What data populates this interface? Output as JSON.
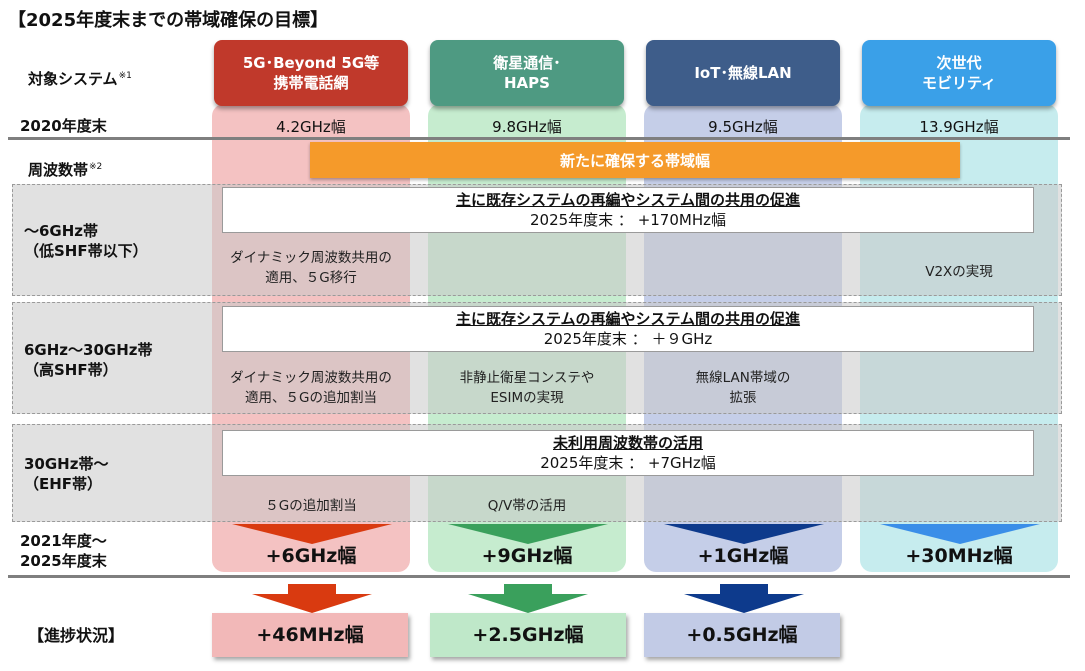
{
  "title": "【2025年度末までの帯域確保の目標】",
  "row_labels": {
    "target_system": "対象システム",
    "target_note": "※1",
    "y2020": "2020年度末",
    "frequency": "周波数帯",
    "frequency_note": "※2",
    "band1_line1": "～6GHz帯",
    "band1_line2": "（低SHF帯以下）",
    "band2_line1": "6GHz～30GHz帯",
    "band2_line2": "（高SHF帯）",
    "band3_line1": "30GHz帯～",
    "band3_line2": "（EHF帯）",
    "period_line1": "2021年度～",
    "period_line2": "2025年度末",
    "progress": "【進捗状況】"
  },
  "columns": [
    {
      "header": "5G･Beyond 5G等\n携帯電話網",
      "y2020": "4.2GHz幅",
      "target": "+6GHz幅",
      "progress": "+46MHz幅",
      "header_color": "#c0392b",
      "bg_color": "#f4c2c2",
      "arrow_color": "#d93a10"
    },
    {
      "header": "衛星通信･\nHAPS",
      "y2020": "9.8GHz幅",
      "target": "+9GHz幅",
      "progress": "+2.5GHz幅",
      "header_color": "#4e9a82",
      "bg_color": "#c6eccf",
      "arrow_color": "#3aa05c"
    },
    {
      "header": "IoT･無線LAN",
      "y2020": "9.5GHz幅",
      "target": "+1GHz幅",
      "progress": "+0.5GHz幅",
      "header_color": "#3e5d8a",
      "bg_color": "#c5cee8",
      "arrow_color": "#0d3a8c"
    },
    {
      "header": "次世代\nモビリティ",
      "y2020": "13.9GHz幅",
      "target": "+30MHz幅",
      "header_color": "#3aa0e8",
      "bg_color": "#c6ecee",
      "arrow_color": "#3a8ee8"
    }
  ],
  "new_band_banner": "新たに確保する帯域幅",
  "bands": [
    {
      "banner_title": "主に既存システムの再編やシステム間の共用の促進",
      "banner_amount": "2025年度末 ： +170MHz幅",
      "notes": [
        "ダイナミック周波数共用の\n適用、５G移行",
        "",
        "",
        "V2Xの実現"
      ]
    },
    {
      "banner_title": "主に既存システムの再編やシステム間の共用の促進",
      "banner_amount": "2025年度末 ： ＋９GHz",
      "notes": [
        "ダイナミック周波数共用の\n適用、５Gの追加割当",
        "非静止衛星コンステや\nESIMの実現",
        "無線LAN帯域の\n拡張",
        ""
      ]
    },
    {
      "banner_title": "未利用周波数帯の活用",
      "banner_amount": "2025年度末 ： +7GHz幅",
      "notes": [
        "５Gの追加割当",
        "Q/V帯の活用",
        "",
        ""
      ]
    }
  ],
  "progress_colors": [
    "#f2b8b8",
    "#bfe8c9",
    "#c2cbe6"
  ]
}
